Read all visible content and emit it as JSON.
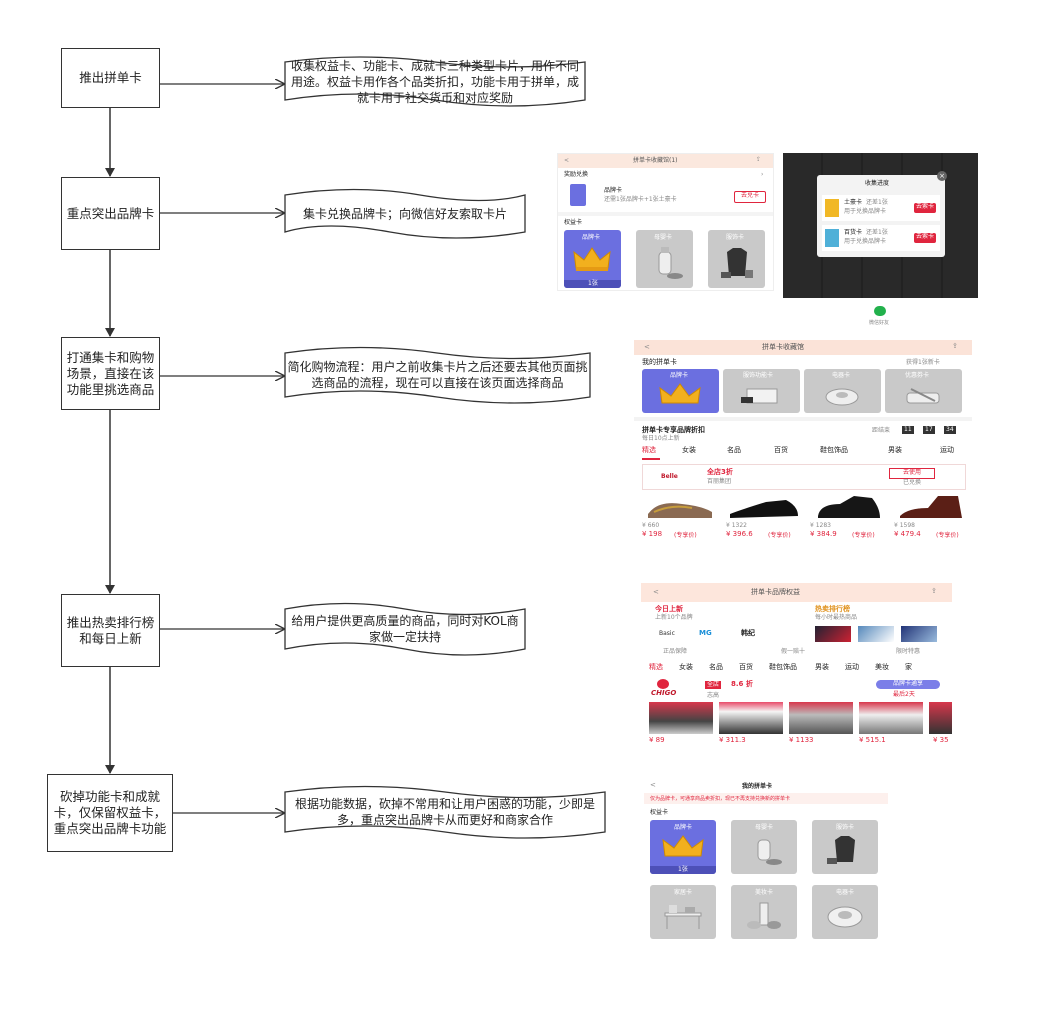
{
  "steps": [
    {
      "label": "推出拼单卡",
      "note": "收集权益卡、功能卡、成就卡三种类型卡片，用作不同用途。权益卡用作各个品类折扣，功能卡用于拼单，成就卡用于社交货币和对应奖励"
    },
    {
      "label": "重点突出品牌卡",
      "note": "集卡兑换品牌卡；向微信好友索取卡片"
    },
    {
      "label": "打通集卡和购物场景，直接在该功能里挑选商品",
      "note": "简化购物流程：用户之前收集卡片之后还要去其他页面挑选商品的流程，现在可以直接在该页面选择商品"
    },
    {
      "label": "推出热卖排行榜和每日上新",
      "note": "给用户提供更高质量的商品，同时对KOL商家做一定扶持"
    },
    {
      "label": "砍掉功能卡和成就卡，仅保留权益卡，重点突出品牌卡功能",
      "note": "根据功能数据，砍掉不常用和让用户困惑的功能，少即是多，重点突出品牌卡从而更好和商家合作"
    }
  ],
  "screen1": {
    "title": "拼单卡收藏馆(1)",
    "reward_section": "奖励兑换",
    "brand_card_title": "品牌卡",
    "brand_card_desc": "还需1张品牌卡+1张土豪卡",
    "exchange_button": "去兑卡",
    "rights_section": "权益卡",
    "cards": [
      "品牌卡",
      "母婴卡",
      "服饰卡"
    ],
    "card_count": "1张"
  },
  "screen2": {
    "popup_title": "收集进度",
    "row1_title": "土豪卡",
    "row1_sub": "还差1张",
    "row1_desc": "用于兑换品牌卡",
    "row2_title": "百货卡",
    "row2_sub": "还差1张",
    "row2_desc": "用于兑换品牌卡",
    "row_button": "去索卡",
    "share_label": "微信好友"
  },
  "screen3": {
    "title": "拼单卡收藏馆",
    "my_cards": "我的拼单卡",
    "collect_link": "获得1张新卡",
    "cards": [
      "品牌卡",
      "服饰功能卡",
      "电器卡",
      "优惠券卡"
    ],
    "section_title": "拼单卡专享品牌折扣",
    "section_sub": "每日10点上新",
    "countdown_label": "距结束",
    "countdown": [
      "11",
      "17",
      "34"
    ],
    "tabs": [
      "精选",
      "女装",
      "名品",
      "百货",
      "鞋包饰品",
      "男装",
      "运动"
    ],
    "brand_logo": "Belle",
    "discount": "全店3折",
    "brand_name": "百丽集团",
    "use_button": "去使用",
    "use_sub": "已兑换",
    "products": [
      {
        "orig": "¥ 660",
        "price": "¥ 198",
        "coupon": "(专享价)"
      },
      {
        "orig": "¥ 1322",
        "price": "¥ 396.6",
        "coupon": "(专享价)"
      },
      {
        "orig": "¥ 1283",
        "price": "¥ 384.9",
        "coupon": "(专享价)"
      },
      {
        "orig": "¥ 1598",
        "price": "¥ 479.4",
        "coupon": "(专享价)"
      }
    ]
  },
  "screen4": {
    "title": "拼单卡品牌权益",
    "new_title": "今日上新",
    "new_sub": "上新10个品牌",
    "hot_title": "热卖排行榜",
    "hot_sub": "每小时最热商品",
    "logos": [
      "Basic",
      "MG",
      "韩纪"
    ],
    "guarantees": [
      "正品保障",
      "假一赔十",
      "限时特惠"
    ],
    "tabs": [
      "精选",
      "女装",
      "名品",
      "百货",
      "鞋包饰品",
      "男装",
      "运动",
      "美妆",
      "家"
    ],
    "brand": "CHIGO",
    "badge": "全店",
    "discount": "8.6 折",
    "brand_sub": "志高",
    "pill": "品牌卡通享",
    "pill_sub": "最后2天",
    "prices": [
      "¥ 89",
      "¥ 311.3",
      "¥ 1133",
      "¥ 515.1",
      "¥ 35"
    ]
  },
  "screen5": {
    "title": "我的拼单卡",
    "notice": "仅为品牌卡，可通享商品卖折扣，现已不再支持兑换新的拼单卡",
    "section": "权益卡",
    "cards": [
      "品牌卡",
      "母婴卡",
      "服饰卡",
      "家居卡",
      "美妆卡",
      "电器卡"
    ],
    "card_count": "1张"
  },
  "colors": {
    "line": "#333333",
    "accent": "#e0253e",
    "brand_purple": "#6b6fe0",
    "card_gray": "#c9c9c9"
  }
}
